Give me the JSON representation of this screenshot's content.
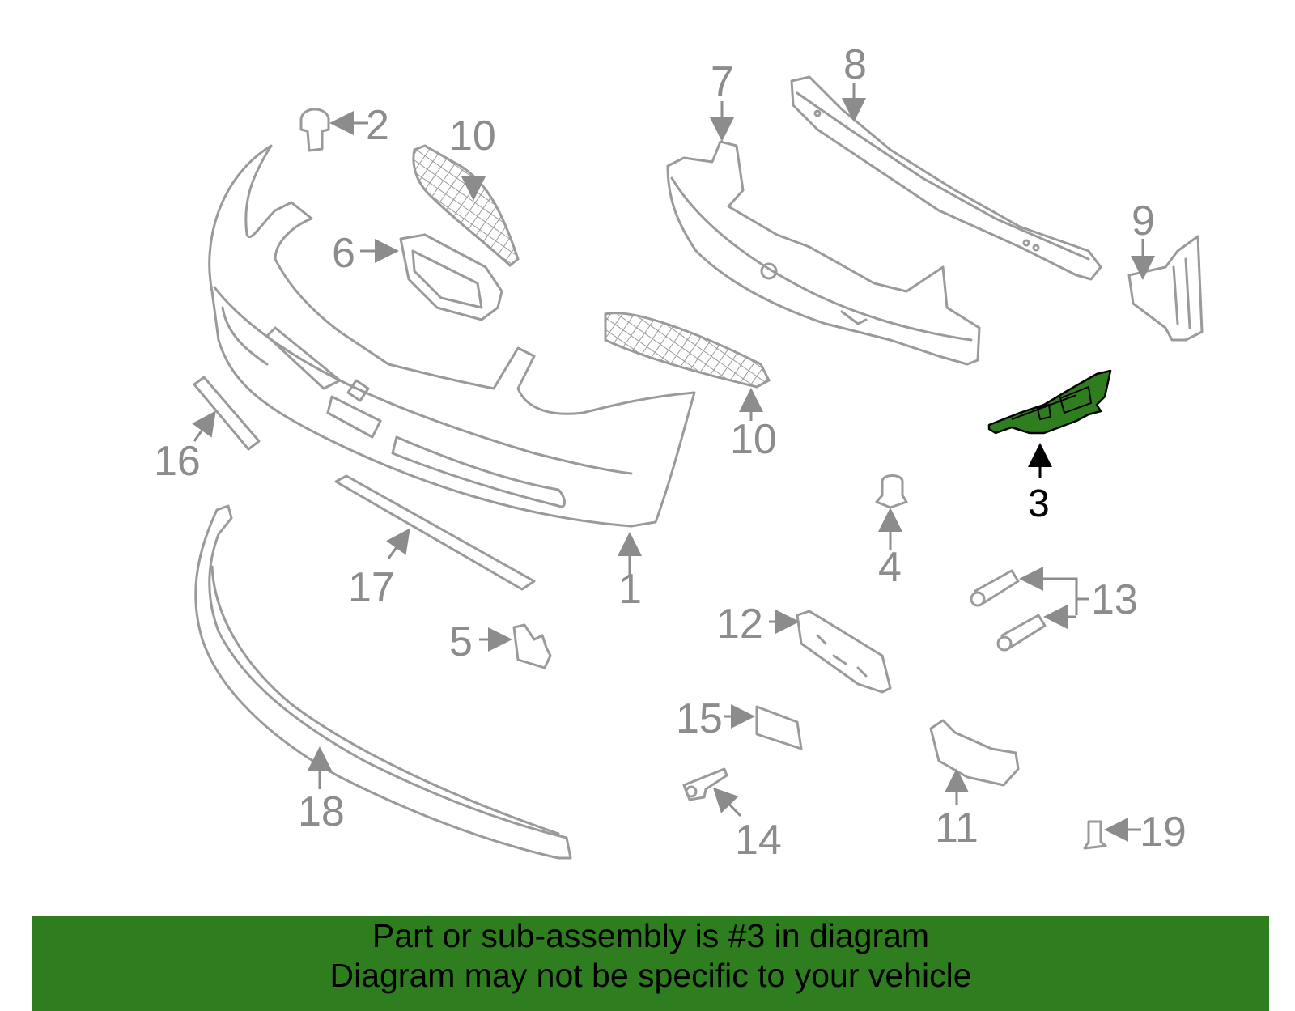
{
  "diagram": {
    "highlight_color": "#2e7d1f",
    "part_color": "#9a9a9a",
    "callouts": {
      "p1": "1",
      "p2": "2",
      "p3": "3",
      "p4": "4",
      "p5": "5",
      "p6": "6",
      "p7": "7",
      "p8": "8",
      "p9": "9",
      "p10a": "10",
      "p10b": "10",
      "p11": "11",
      "p12": "12",
      "p13": "13",
      "p14": "14",
      "p15": "15",
      "p16": "16",
      "p17": "17",
      "p18": "18",
      "p19": "19"
    },
    "highlighted_part": "3"
  },
  "banner": {
    "line1": "Part or sub-assembly is #3 in diagram",
    "line2": "Diagram may not be specific to your vehicle",
    "background": "#2e7d1f"
  }
}
